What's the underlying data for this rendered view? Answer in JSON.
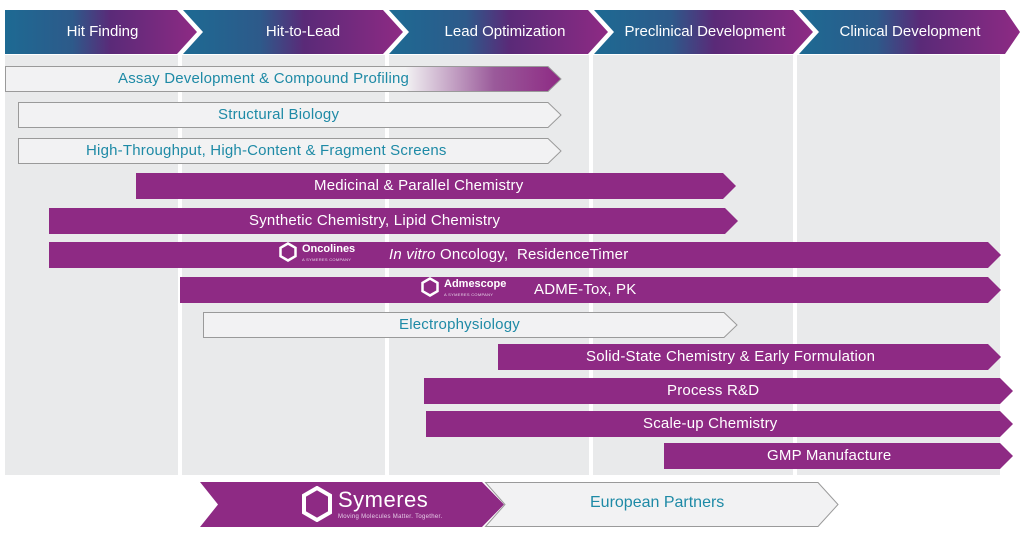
{
  "phases": [
    {
      "label": "Hit Finding"
    },
    {
      "label": "Hit-to-Lead"
    },
    {
      "label": "Lead Optimization"
    },
    {
      "label": "Preclinical Development"
    },
    {
      "label": "Clinical Development"
    }
  ],
  "services": [
    {
      "label": "Assay Development & Compound Profiling"
    },
    {
      "label": "Structural Biology"
    },
    {
      "label": "High-Throughput, High-Content & Fragment Screens"
    },
    {
      "label": "Medicinal & Parallel Chemistry"
    },
    {
      "label": "Synthetic Chemistry, Lipid Chemistry"
    },
    {
      "label_italic": "In vitro",
      "label_rest": " Oncology,  ResidenceTimer",
      "logo": "Oncolines",
      "logo_tagline": "A SYMERES COMPANY"
    },
    {
      "label": "ADME-Tox, PK",
      "logo": "Admescope",
      "logo_tagline": "A SYMERES COMPANY"
    },
    {
      "label": "Electrophysiology"
    },
    {
      "label": "Solid-State Chemistry & Early Formulation"
    },
    {
      "label": "Process R&D"
    },
    {
      "label": "Scale-up Chemistry"
    },
    {
      "label": "GMP Manufacture"
    }
  ],
  "footer": {
    "brand": "Symeres",
    "tagline": "Moving Molecules Matter. Together.",
    "partners": "European Partners"
  },
  "colors": {
    "purple": "#8e2a84",
    "teal_text": "#1e8aa6",
    "header_start": "#1d6a93",
    "header_end": "#8e2a84",
    "background_column": "#e9eaeb"
  },
  "icons": [
    "hexagon-logo-icon"
  ]
}
